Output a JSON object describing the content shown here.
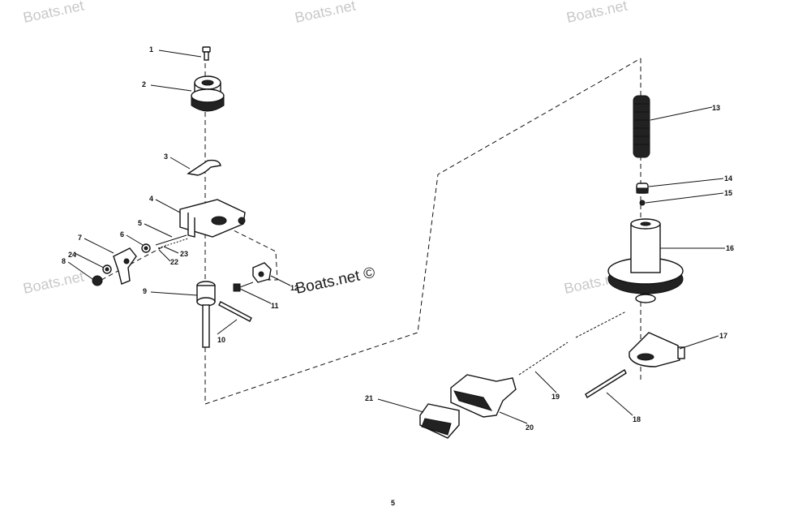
{
  "watermarks": {
    "top1": "Boats.net",
    "top2": "Boats.net",
    "top3": "Boats.net",
    "left": "Boats.net",
    "right": "Boats.net",
    "main": "Boats.net ©"
  },
  "callouts": {
    "c1": "1",
    "c2": "2",
    "c3": "3",
    "c4": "4",
    "c5": "5",
    "c6": "6",
    "c7": "7",
    "c8": "8",
    "c9": "9",
    "c10": "10",
    "c11": "11",
    "c12": "12",
    "c13": "13",
    "c14": "14",
    "c15": "15",
    "c16": "16",
    "c17": "17",
    "c18": "18",
    "c19": "19",
    "c20": "20",
    "c21": "21",
    "c22": "22",
    "c23": "23",
    "c24": "24"
  },
  "page_number": "5"
}
